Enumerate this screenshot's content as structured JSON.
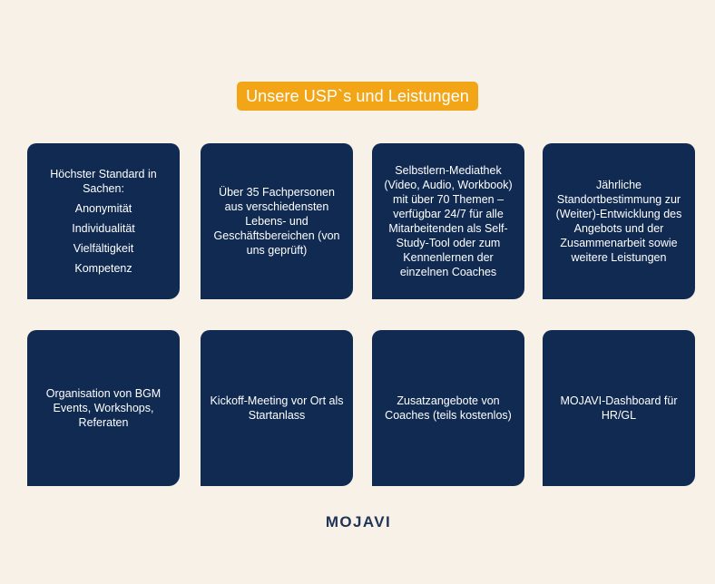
{
  "title": "Unsere USP`s und Leistungen",
  "cards": [
    {
      "title": "Höchster Standard in Sachen:",
      "items": [
        "Anonymität",
        "Individualität",
        "Vielfältigkeit",
        "Kompetenz"
      ]
    },
    {
      "text": "Über 35 Fachpersonen aus verschiedensten Lebens- und Geschäftsbereichen (von uns geprüft)"
    },
    {
      "text": "Selbstlern-Mediathek (Video, Audio, Workbook) mit über 70 Themen – verfügbar 24/7 für alle Mitarbeitenden als Self-Study-Tool oder zum Kennenlernen der einzelnen Coaches"
    },
    {
      "text": "Jährliche Standortbestimmung zur (Weiter)-Entwicklung des Angebots und der Zusammenarbeit sowie weitere Leistungen"
    },
    {
      "text": "Organisation von BGM Events, Workshops, Referaten"
    },
    {
      "text": "Kickoff-Meeting vor Ort als Startanlass"
    },
    {
      "text": "Zusatzangebote von Coaches (teils kostenlos)"
    },
    {
      "text": "MOJAVI-Dashboard für HR/GL"
    }
  ],
  "logo": "MOJAVI"
}
